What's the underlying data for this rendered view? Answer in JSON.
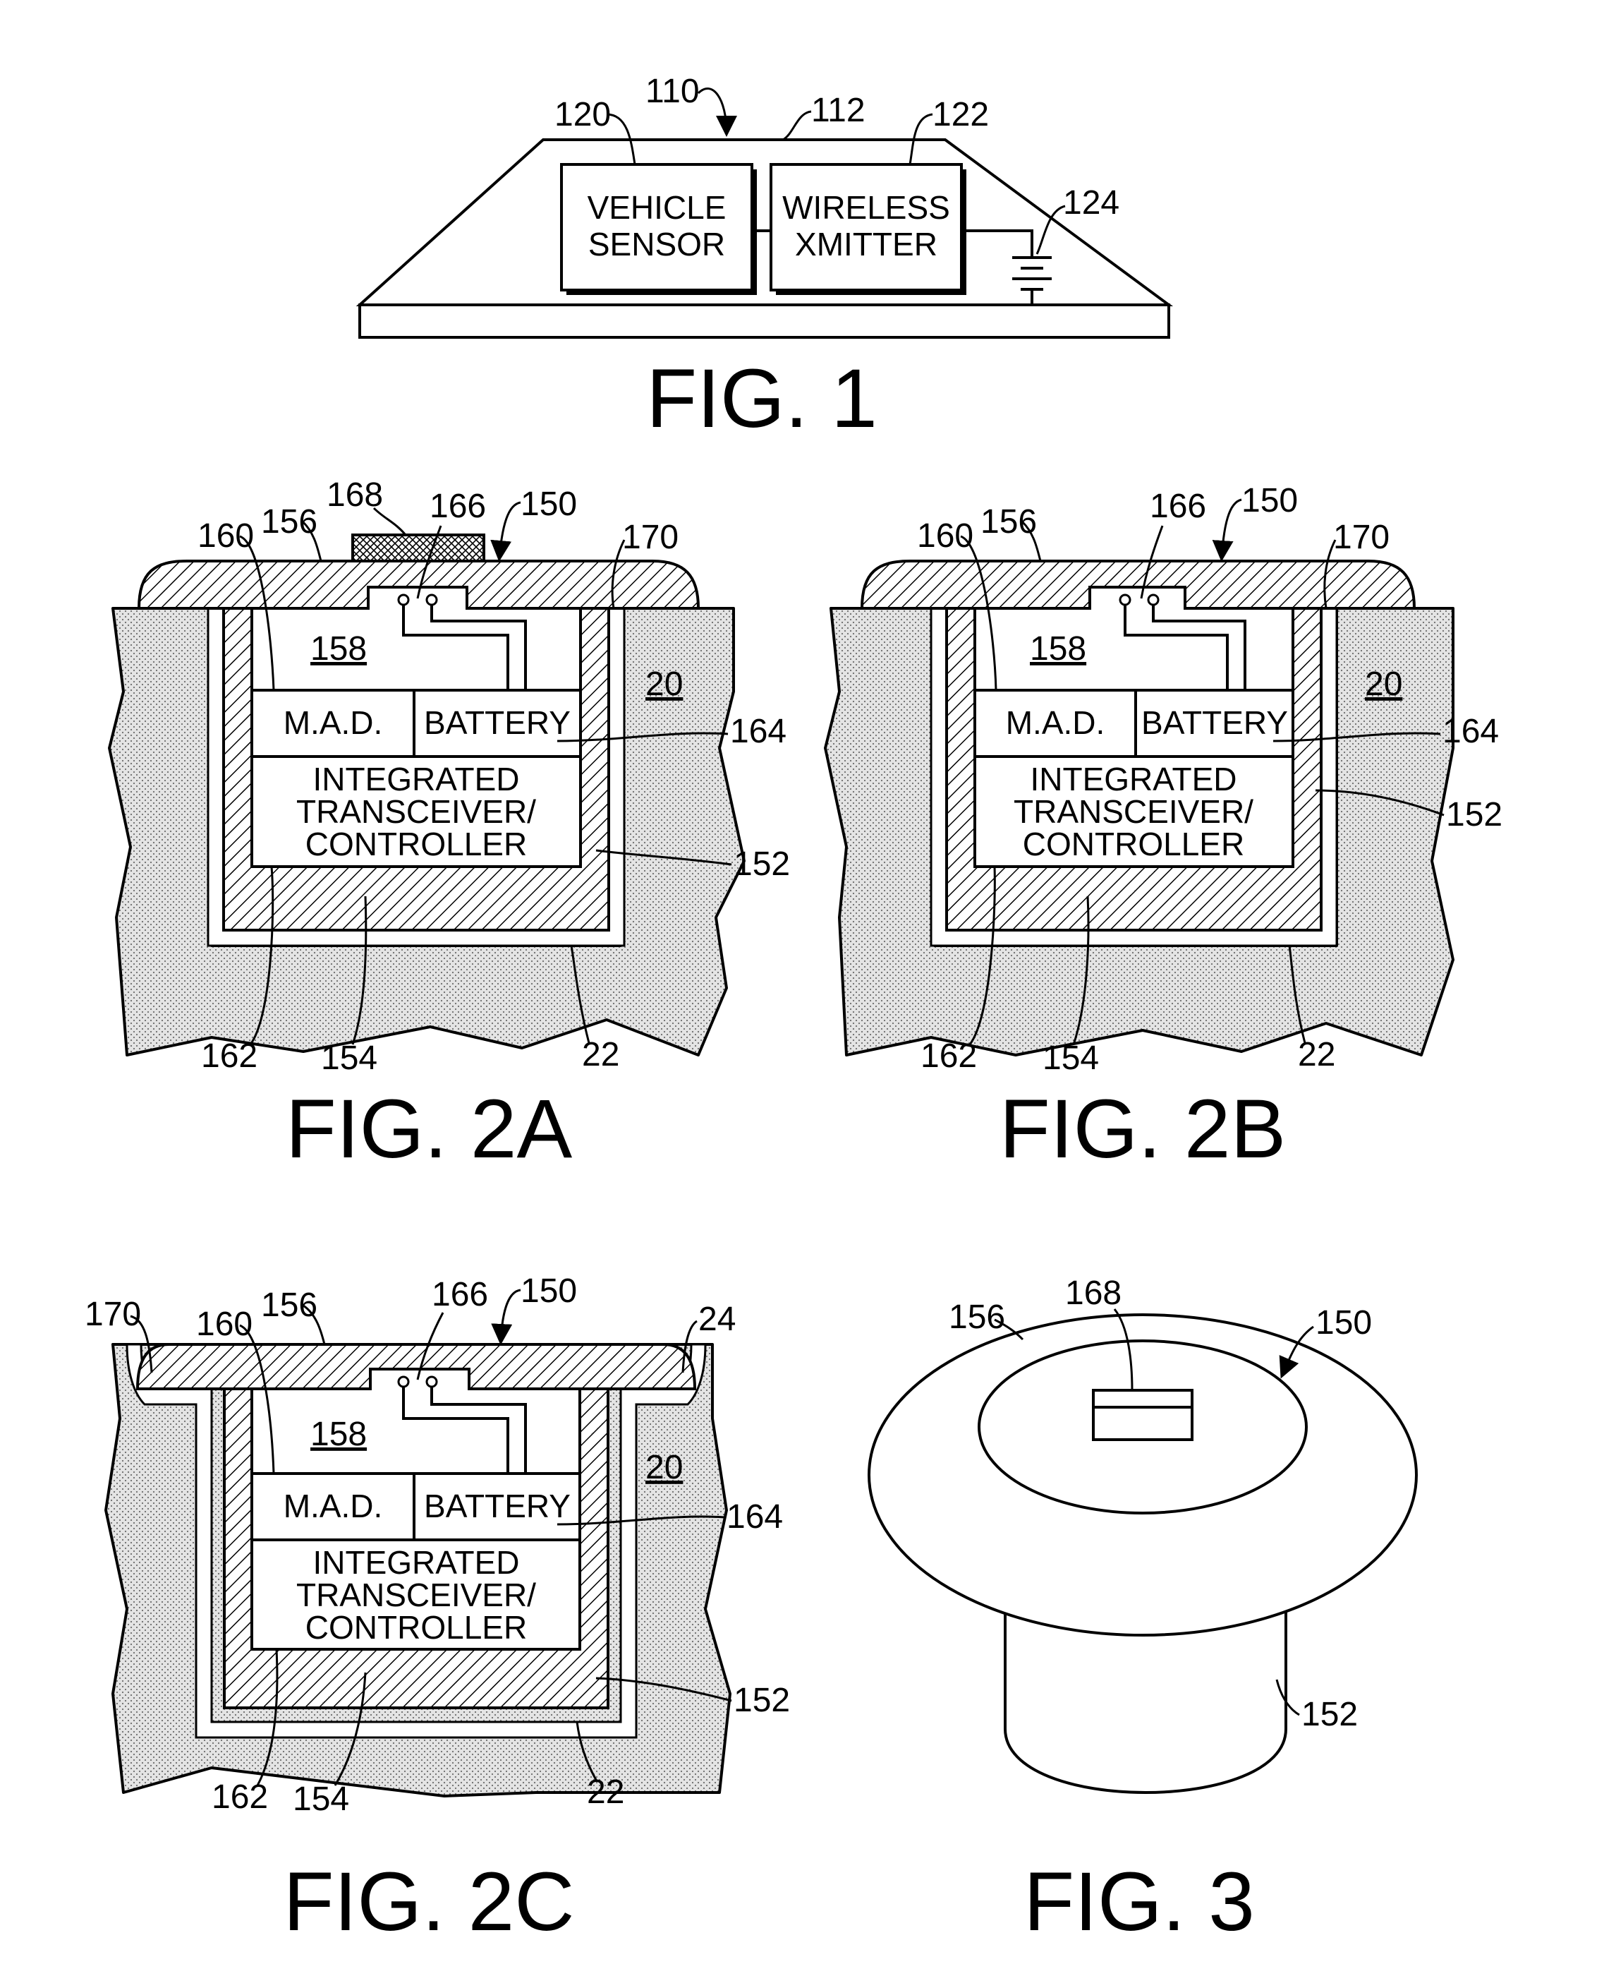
{
  "fig1": {
    "title": "FIG. 1",
    "vehicle_sensor_label": [
      "VEHICLE",
      "SENSOR"
    ],
    "wireless_xmitter_label": [
      "WIRELESS",
      "XMITTER"
    ],
    "refs": {
      "assembly": "110",
      "housing": "112",
      "sensor": "120",
      "xmitter": "122",
      "battery": "124"
    }
  },
  "fig2a": {
    "title": "FIG. 2A",
    "mad": "M.A.D.",
    "battery": "BATTERY",
    "transceiver": [
      "INTEGRATED",
      "TRANSCEIVER/",
      "CONTROLLER"
    ],
    "refs": {
      "r168": "168",
      "r166": "166",
      "r150": "150",
      "r160": "160",
      "r156": "156",
      "r170": "170",
      "r158": "158",
      "r20": "20",
      "r164": "164",
      "r152": "152",
      "r162": "162",
      "r154": "154",
      "r22": "22"
    }
  },
  "fig2b": {
    "title": "FIG. 2B",
    "mad": "M.A.D.",
    "battery": "BATTERY",
    "transceiver": [
      "INTEGRATED",
      "TRANSCEIVER/",
      "CONTROLLER"
    ],
    "refs": {
      "r166": "166",
      "r150": "150",
      "r160": "160",
      "r156": "156",
      "r170": "170",
      "r158": "158",
      "r20": "20",
      "r164": "164",
      "r152": "152",
      "r162": "162",
      "r154": "154",
      "r22": "22"
    }
  },
  "fig2c": {
    "title": "FIG. 2C",
    "mad": "M.A.D.",
    "battery": "BATTERY",
    "transceiver": [
      "INTEGRATED",
      "TRANSCEIVER/",
      "CONTROLLER"
    ],
    "refs": {
      "r170": "170",
      "r160": "160",
      "r156": "156",
      "r166": "166",
      "r150": "150",
      "r24": "24",
      "r158": "158",
      "r20": "20",
      "r164": "164",
      "r152": "152",
      "r162": "162",
      "r154": "154",
      "r22": "22"
    }
  },
  "fig3": {
    "title": "FIG. 3",
    "refs": {
      "r156": "156",
      "r168": "168",
      "r150": "150",
      "r152": "152"
    }
  }
}
